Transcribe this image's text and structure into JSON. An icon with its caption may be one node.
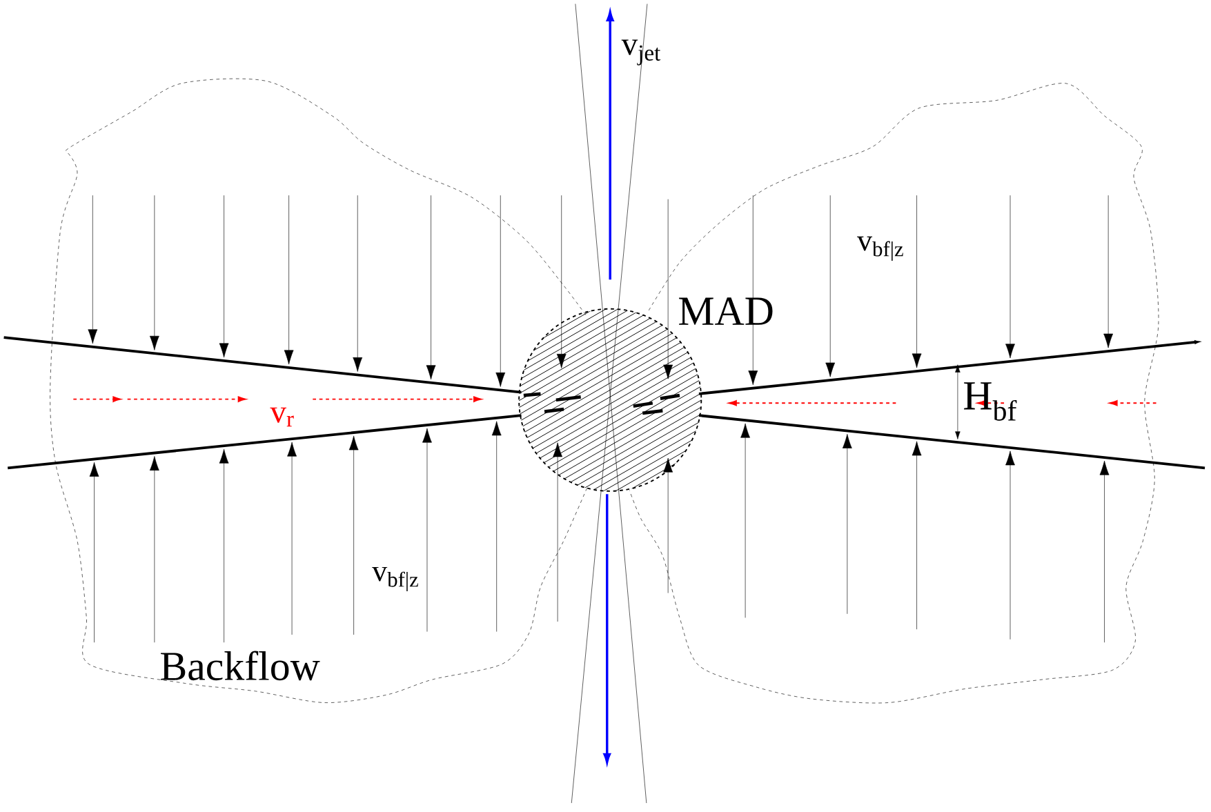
{
  "diagram": {
    "labels": [
      "v$_{jet}$",
      "v$_{bf|z}$",
      "MAD",
      "v$_{r}$",
      "H$_{bf}$",
      "v$_{bf|z}$",
      "Backflow"
    ]
  }
}
